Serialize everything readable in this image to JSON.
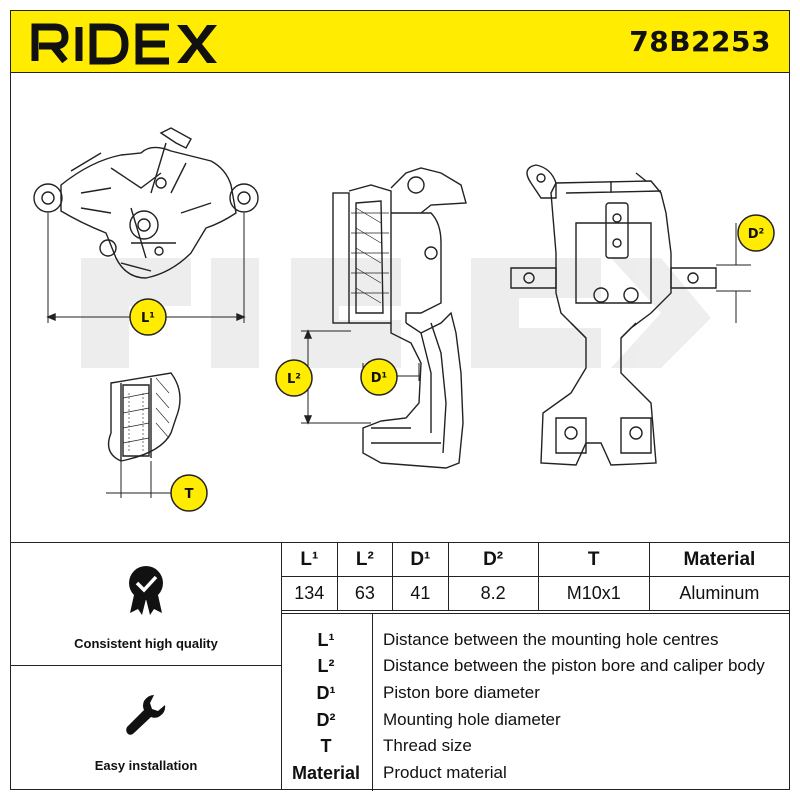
{
  "header": {
    "brand": "RIDEX",
    "part_number": "78B2253",
    "background_color": "#ffec00"
  },
  "drawing": {
    "watermark_icon": "ridex-watermark",
    "badges": {
      "l1": "L¹",
      "l2": "L²",
      "d1": "D¹",
      "d2": "D²",
      "t": "T"
    },
    "badge_color": "#ffec00"
  },
  "features": [
    {
      "icon": "quality-check-icon",
      "label": "Consistent high quality"
    },
    {
      "icon": "wrench-icon",
      "label": "Easy installation"
    }
  ],
  "specs": {
    "headers": [
      "L¹",
      "L²",
      "D¹",
      "D²",
      "T",
      "Material"
    ],
    "values": [
      "134",
      "63",
      "41",
      "8.2",
      "M10x1",
      "Aluminum"
    ]
  },
  "legend": [
    {
      "key": "L¹",
      "desc": "Distance between the mounting hole centres"
    },
    {
      "key": "L²",
      "desc": "Distance between the piston bore and caliper body"
    },
    {
      "key": "D¹",
      "desc": "Piston bore diameter"
    },
    {
      "key": "D²",
      "desc": "Mounting hole diameter"
    },
    {
      "key": "T",
      "desc": "Thread size"
    },
    {
      "key": "Material",
      "desc": "Product material"
    }
  ]
}
